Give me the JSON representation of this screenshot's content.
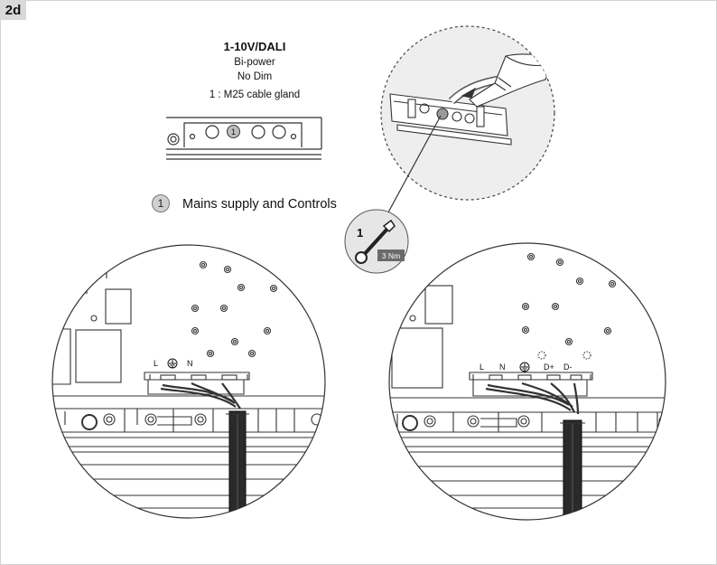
{
  "step": "2d",
  "variant": {
    "title": "1-10V/DALI",
    "line2": "Bi-power",
    "line3": "No Dim",
    "line4": "1 : M25 cable gland"
  },
  "callout_number": "1",
  "legend": {
    "number": "1",
    "text": "Mains supply and Controls"
  },
  "torque": {
    "number": "1",
    "value": "3 Nm"
  },
  "terminal_labels_left": [
    "L",
    "N"
  ],
  "terminal_labels_right": [
    "L",
    "N",
    "D+",
    "D-"
  ],
  "colors": {
    "line": "#333333",
    "tag_bg": "#d9d9d9",
    "badge_bg": "#6b6b6b",
    "marker_bg": "#c8c8c8"
  }
}
